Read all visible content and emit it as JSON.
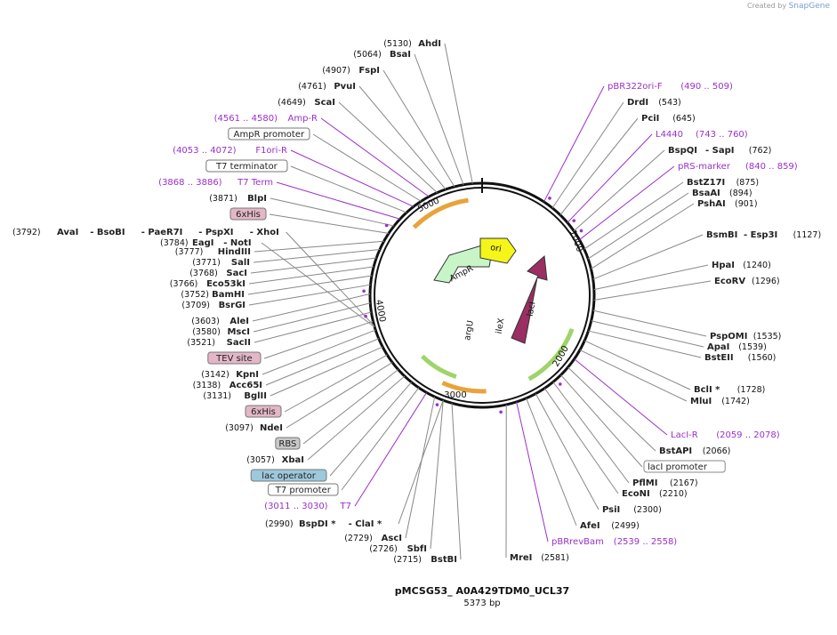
{
  "watermark": {
    "prefix": "Created by",
    "brand": "SnapGene"
  },
  "plasmid": {
    "name": "pMCSG53_ A0A429TDM0_UCL37",
    "length": "5373 bp"
  },
  "ticks": [
    "1000",
    "2000",
    "3000",
    "4000",
    "5000"
  ],
  "features_inside": [
    "AmpR",
    "ori",
    "lacI",
    "argU",
    "ileX"
  ],
  "right_labels": [
    {
      "type": "primer",
      "name": "pBR322ori-F",
      "pos": "(490 .. 509)"
    },
    {
      "type": "site",
      "name": "DrdI",
      "pos": "(543)"
    },
    {
      "type": "site",
      "name": "PciI",
      "pos": "(645)"
    },
    {
      "type": "primer",
      "name": "L4440",
      "pos": "(743 .. 760)"
    },
    {
      "type": "site",
      "name": "BspQI",
      "extra": "SapI",
      "pos": "(762)"
    },
    {
      "type": "primer",
      "name": "pRS-marker",
      "pos": "(840 .. 859)"
    },
    {
      "type": "site",
      "name": "BstZ17I",
      "pos": "(875)"
    },
    {
      "type": "site",
      "name": "BsaAI",
      "pos": "(894)"
    },
    {
      "type": "site",
      "name": "PshAI",
      "pos": "(901)"
    },
    {
      "type": "site",
      "name": "BsmBI",
      "extra": "Esp3I",
      "pos": "(1127)"
    },
    {
      "type": "site",
      "name": "HpaI",
      "pos": "(1240)"
    },
    {
      "type": "site",
      "name": "EcoRV",
      "pos": "(1296)"
    },
    {
      "type": "site",
      "name": "PspOMI",
      "pos": "(1535)"
    },
    {
      "type": "site",
      "name": "ApaI",
      "pos": "(1539)"
    },
    {
      "type": "site",
      "name": "BstEII",
      "pos": "(1560)"
    },
    {
      "type": "site",
      "name": "BclI *",
      "pos": "(1728)"
    },
    {
      "type": "site",
      "name": "MluI",
      "pos": "(1742)"
    },
    {
      "type": "primer",
      "name": "LacI-R",
      "pos": "(2059 .. 2078)"
    },
    {
      "type": "site",
      "name": "BstAPI",
      "pos": "(2066)"
    },
    {
      "type": "box",
      "name": "lacI promoter"
    },
    {
      "type": "site",
      "name": "PflMI",
      "pos": "(2167)"
    },
    {
      "type": "site",
      "name": "EcoNI",
      "pos": "(2210)"
    },
    {
      "type": "site",
      "name": "PsiI",
      "pos": "(2300)"
    },
    {
      "type": "site",
      "name": "AfeI",
      "pos": "(2499)"
    },
    {
      "type": "primer",
      "name": "pBRrevBam",
      "pos": "(2539 .. 2558)"
    },
    {
      "type": "site",
      "name": "MreI",
      "pos": "(2581)"
    }
  ],
  "left_labels": [
    {
      "type": "site",
      "name": "AhdI",
      "pos": "(5130)"
    },
    {
      "type": "site",
      "name": "BsaI",
      "pos": "(5064)"
    },
    {
      "type": "site",
      "name": "FspI",
      "pos": "(4907)"
    },
    {
      "type": "site",
      "name": "PvuI",
      "pos": "(4761)"
    },
    {
      "type": "site",
      "name": "ScaI",
      "pos": "(4649)"
    },
    {
      "type": "primer",
      "name": "Amp-R",
      "pos": "(4561 .. 4580)"
    },
    {
      "type": "box",
      "name": "AmpR promoter"
    },
    {
      "type": "primer",
      "name": "F1ori-R",
      "pos": "(4053 .. 4072)"
    },
    {
      "type": "box",
      "name": "T7 terminator"
    },
    {
      "type": "primer",
      "name": "T7 Term",
      "pos": "(3868 .. 3886)"
    },
    {
      "type": "site",
      "name": "BlpI",
      "pos": "(3871)"
    },
    {
      "type": "pink",
      "name": "6xHis"
    },
    {
      "type": "site",
      "name": "HindIII",
      "pos": "(3777)"
    },
    {
      "type": "site",
      "name": "SalI",
      "pos": "(3771)"
    },
    {
      "type": "site",
      "name": "SacI",
      "pos": "(3768)"
    },
    {
      "type": "site",
      "name": "Eco53kI",
      "pos": "(3766)"
    },
    {
      "type": "site",
      "name": "BamHI",
      "pos": "(3752)"
    },
    {
      "type": "site",
      "name": "BsrGI",
      "pos": "(3709)"
    },
    {
      "type": "site",
      "name": "AleI",
      "pos": "(3603)"
    },
    {
      "type": "site",
      "name": "MscI",
      "pos": "(3580)"
    },
    {
      "type": "site",
      "name": "SacII",
      "pos": "(3521)"
    },
    {
      "type": "pink",
      "name": "TEV site"
    },
    {
      "type": "site",
      "name": "KpnI",
      "pos": "(3142)"
    },
    {
      "type": "site",
      "name": "Acc65I",
      "pos": "(3138)"
    },
    {
      "type": "site",
      "name": "BglII",
      "pos": "(3131)"
    },
    {
      "type": "pink",
      "name": "6xHis"
    },
    {
      "type": "site",
      "name": "NdeI",
      "pos": "(3097)"
    },
    {
      "type": "gray",
      "name": "RBS"
    },
    {
      "type": "site",
      "name": "XbaI",
      "pos": "(3057)"
    },
    {
      "type": "blue",
      "name": "lac operator"
    },
    {
      "type": "box",
      "name": "T7 promoter"
    },
    {
      "type": "primer",
      "name": "T7",
      "pos": "(3011 .. 3030)"
    },
    {
      "type": "site",
      "name": "AscI",
      "pos": "(2729)"
    },
    {
      "type": "site",
      "name": "SbfI",
      "pos": "(2726)"
    },
    {
      "type": "site",
      "name": "BstBI",
      "pos": "(2715)"
    }
  ],
  "multi_rows": [
    {
      "pos": "(3792)",
      "names": [
        "AvaI",
        "BsoBI",
        "PaeR7I",
        "PspXI",
        "XhoI"
      ]
    },
    {
      "pos": "(3784)",
      "names": [
        "EagI",
        "NotI"
      ]
    },
    {
      "pos": "(2990)",
      "names": [
        "BspDI *",
        "ClaI *"
      ]
    }
  ]
}
